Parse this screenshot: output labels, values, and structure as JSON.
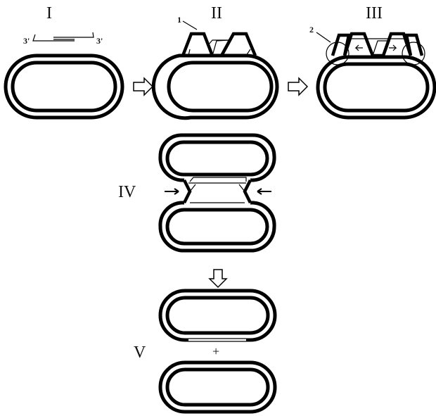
{
  "stages": {
    "I": "I",
    "II": "II",
    "III": "III",
    "IV": "IV",
    "V": "V"
  },
  "annotations": {
    "end_left": "3'",
    "end_right": "3'",
    "marker_1": "1",
    "marker_2": "2",
    "plus": "+"
  }
}
